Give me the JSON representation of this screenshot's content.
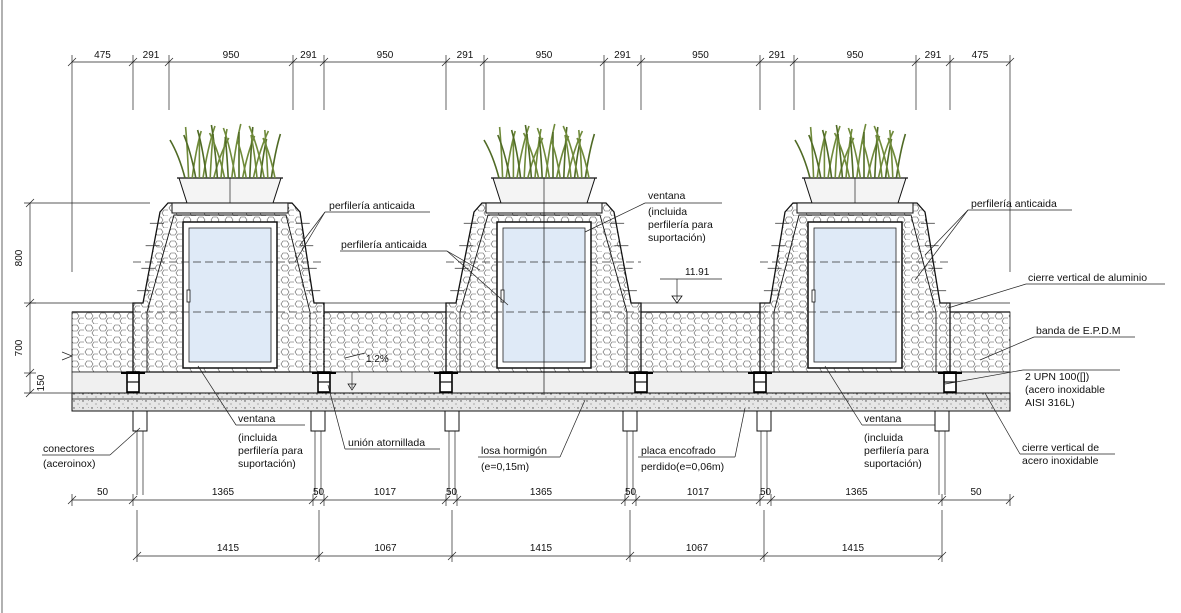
{
  "dimensions": {
    "top": [
      "475",
      "291",
      "950",
      "291",
      "950",
      "291",
      "950",
      "291",
      "950",
      "291",
      "950",
      "291",
      "475"
    ],
    "bottom_row1": [
      "50",
      "1365",
      "50",
      "1017",
      "50",
      "1365",
      "50",
      "1017",
      "50",
      "1365",
      "50"
    ],
    "bottom_row2": [
      "1415",
      "1067",
      "1415",
      "1067",
      "1415"
    ],
    "left": [
      "800",
      "700",
      "150"
    ],
    "level": "11.91",
    "slope": "1.2%"
  },
  "labels": {
    "perfileria_1": "perfilería anticaida",
    "perfileria_2": "perfilería anticaida",
    "perfileria_3": "perfilería anticaida",
    "ventana_top": [
      "ventana",
      "(incluida",
      "perfilería para",
      "suportación)"
    ],
    "ventana_left": [
      "ventana",
      "(incluida",
      "perfilería para",
      "suportación)"
    ],
    "ventana_right": [
      "ventana",
      "(incluida",
      "perfilería para",
      "suportación)"
    ],
    "cierre_aluminio": "cierre vertical de aluminio",
    "banda_epdm": "banda de E.P.D.M",
    "upn": [
      "2 UPN 100([])",
      "(acero inoxidable",
      "AISI 316L)"
    ],
    "cierre_acero": [
      "cierre vertical de",
      "acero inoxidable"
    ],
    "conectores": [
      "conectores",
      "(aceroinox)"
    ],
    "union": "unión atornillada",
    "losa": [
      "losa hormigón",
      "(e=0,15m)"
    ],
    "placa": [
      "placa encofrado",
      "perdido(e=0,06m)"
    ]
  },
  "colors": {
    "line": "#111111",
    "glass": "#dfeaf7",
    "concrete": "#e3e3e3",
    "plant_green": "#6f8a3a",
    "pot": "#f4f4f4"
  }
}
